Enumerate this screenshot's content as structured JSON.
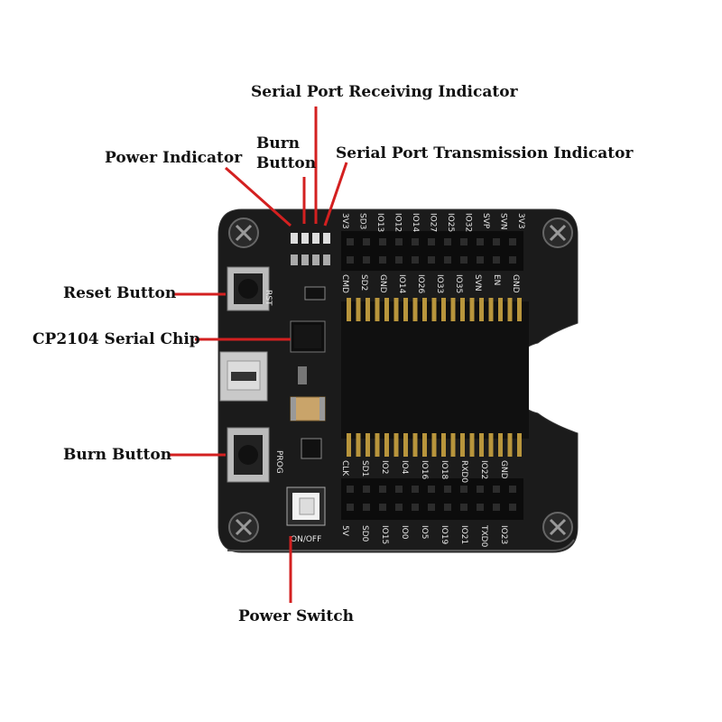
{
  "annotations": {
    "serial_rx": "Serial Port Receiving Indicator",
    "power_indicator": "Power Indicator",
    "burn_button_top_line1": "Burn",
    "burn_button_top_line2": "Button",
    "serial_tx": "Serial Port Transmission Indicator",
    "reset_button": "Reset Button",
    "cp2104": "CP2104 Serial Chip",
    "burn_button": "Burn Button",
    "power_switch": "Power Switch"
  },
  "board": {
    "rst_label": "RST",
    "prog_label": "PROG",
    "switch_label": "ON/OFF",
    "top_pins_inner": [
      "3V3",
      "SD3",
      "IO13",
      "IO12",
      "IO14",
      "IO27",
      "IO25",
      "IO32",
      "SVP",
      "SVN",
      "3V3"
    ],
    "top_pins_row": [
      "CMD",
      "SD2",
      "GND",
      "IO14",
      "IO26",
      "IO33",
      "IO35",
      "SVN",
      "EN",
      "GND"
    ],
    "bottom_pins_row": [
      "CLK",
      "SD1",
      "IO2",
      "IO4",
      "IO16",
      "IO18",
      "RXD0",
      "IO22",
      "GND"
    ],
    "bottom_pins_outer": [
      "5V",
      "SD0",
      "IO15",
      "IO0",
      "IO5",
      "IO19",
      "IO21",
      "TXD0",
      "IO23"
    ]
  },
  "colors": {
    "arrow": "#d32020",
    "board": "#1b1b1b",
    "header": "#0c0c0c",
    "gold": "#b8953c"
  }
}
